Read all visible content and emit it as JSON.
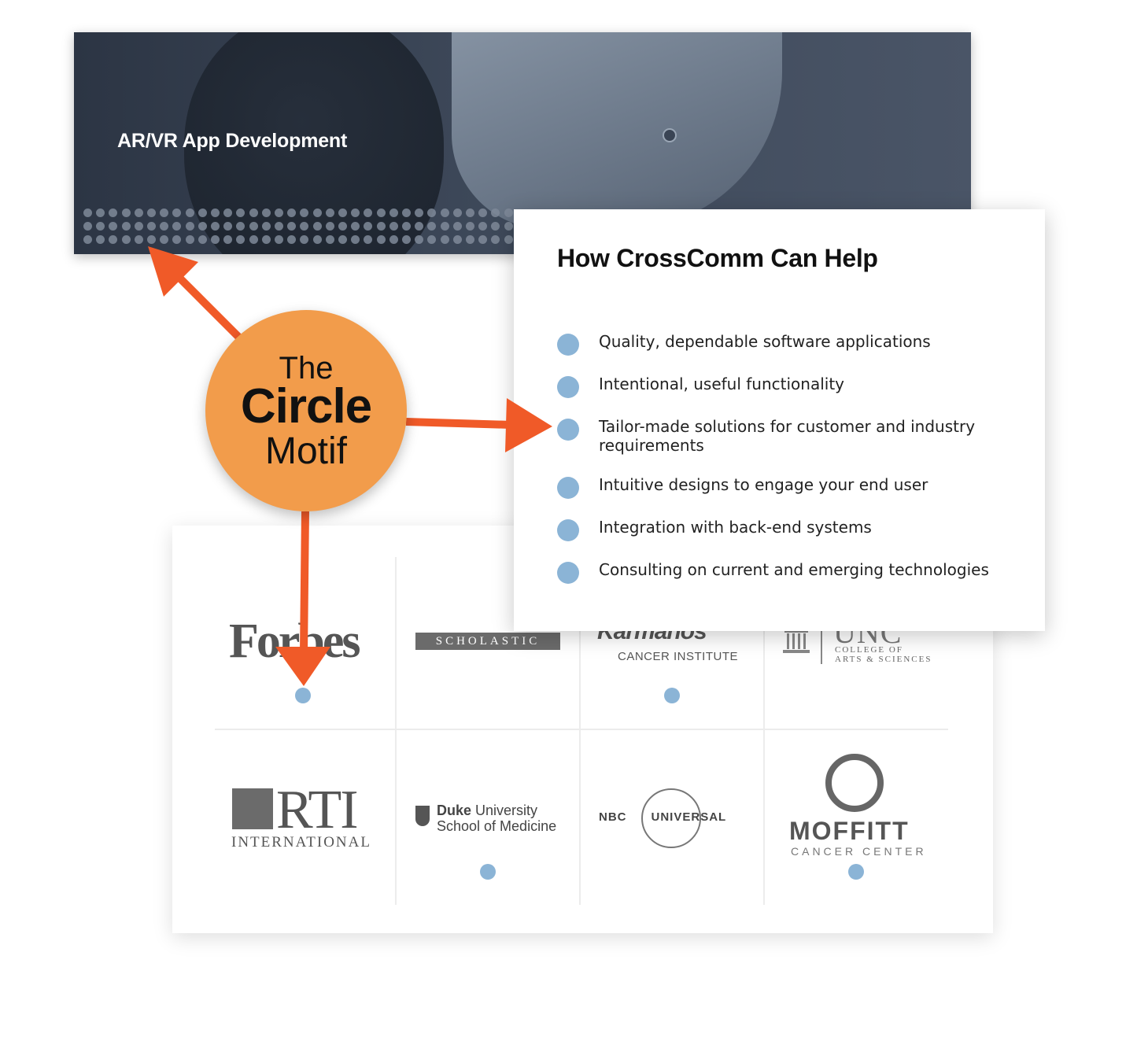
{
  "hero": {
    "title": "AR/VR App Development"
  },
  "help_card": {
    "title": "How CrossComm Can Help",
    "items": [
      "Quality, dependable software applications",
      "Intentional, useful functionality",
      "Tailor-made solutions for customer and industry requirements",
      "Intuitive designs to engage your end user",
      "Integration with back-end systems",
      "Consulting on current and emerging technologies"
    ]
  },
  "motif": {
    "line1": "The",
    "line2": "Circle",
    "line3": "Motif"
  },
  "logos": {
    "forbes": "Forbes",
    "scholastic": "SCHOLASTIC",
    "karmanos": "Karmanos",
    "karmanos_sub": "CANCER INSTITUTE",
    "unc": "UNC",
    "unc_sub1": "COLLEGE OF",
    "unc_sub2": "ARTS & SCIENCES",
    "rti": "RTI",
    "rti_sub": "INTERNATIONAL",
    "duke_bold": "Duke",
    "duke_rest": "University",
    "duke_line2": "School of Medicine",
    "nbc_left": "NBC",
    "nbc_right": "UNIVERSAL",
    "moffitt": "MOFFITT",
    "moffitt_sub": "CANCER CENTER"
  },
  "colors": {
    "accent_orange": "#f29c4b",
    "arrow": "#f05a28",
    "bullet_blue": "#8bb4d6",
    "hero_bg": "#3d4859"
  }
}
